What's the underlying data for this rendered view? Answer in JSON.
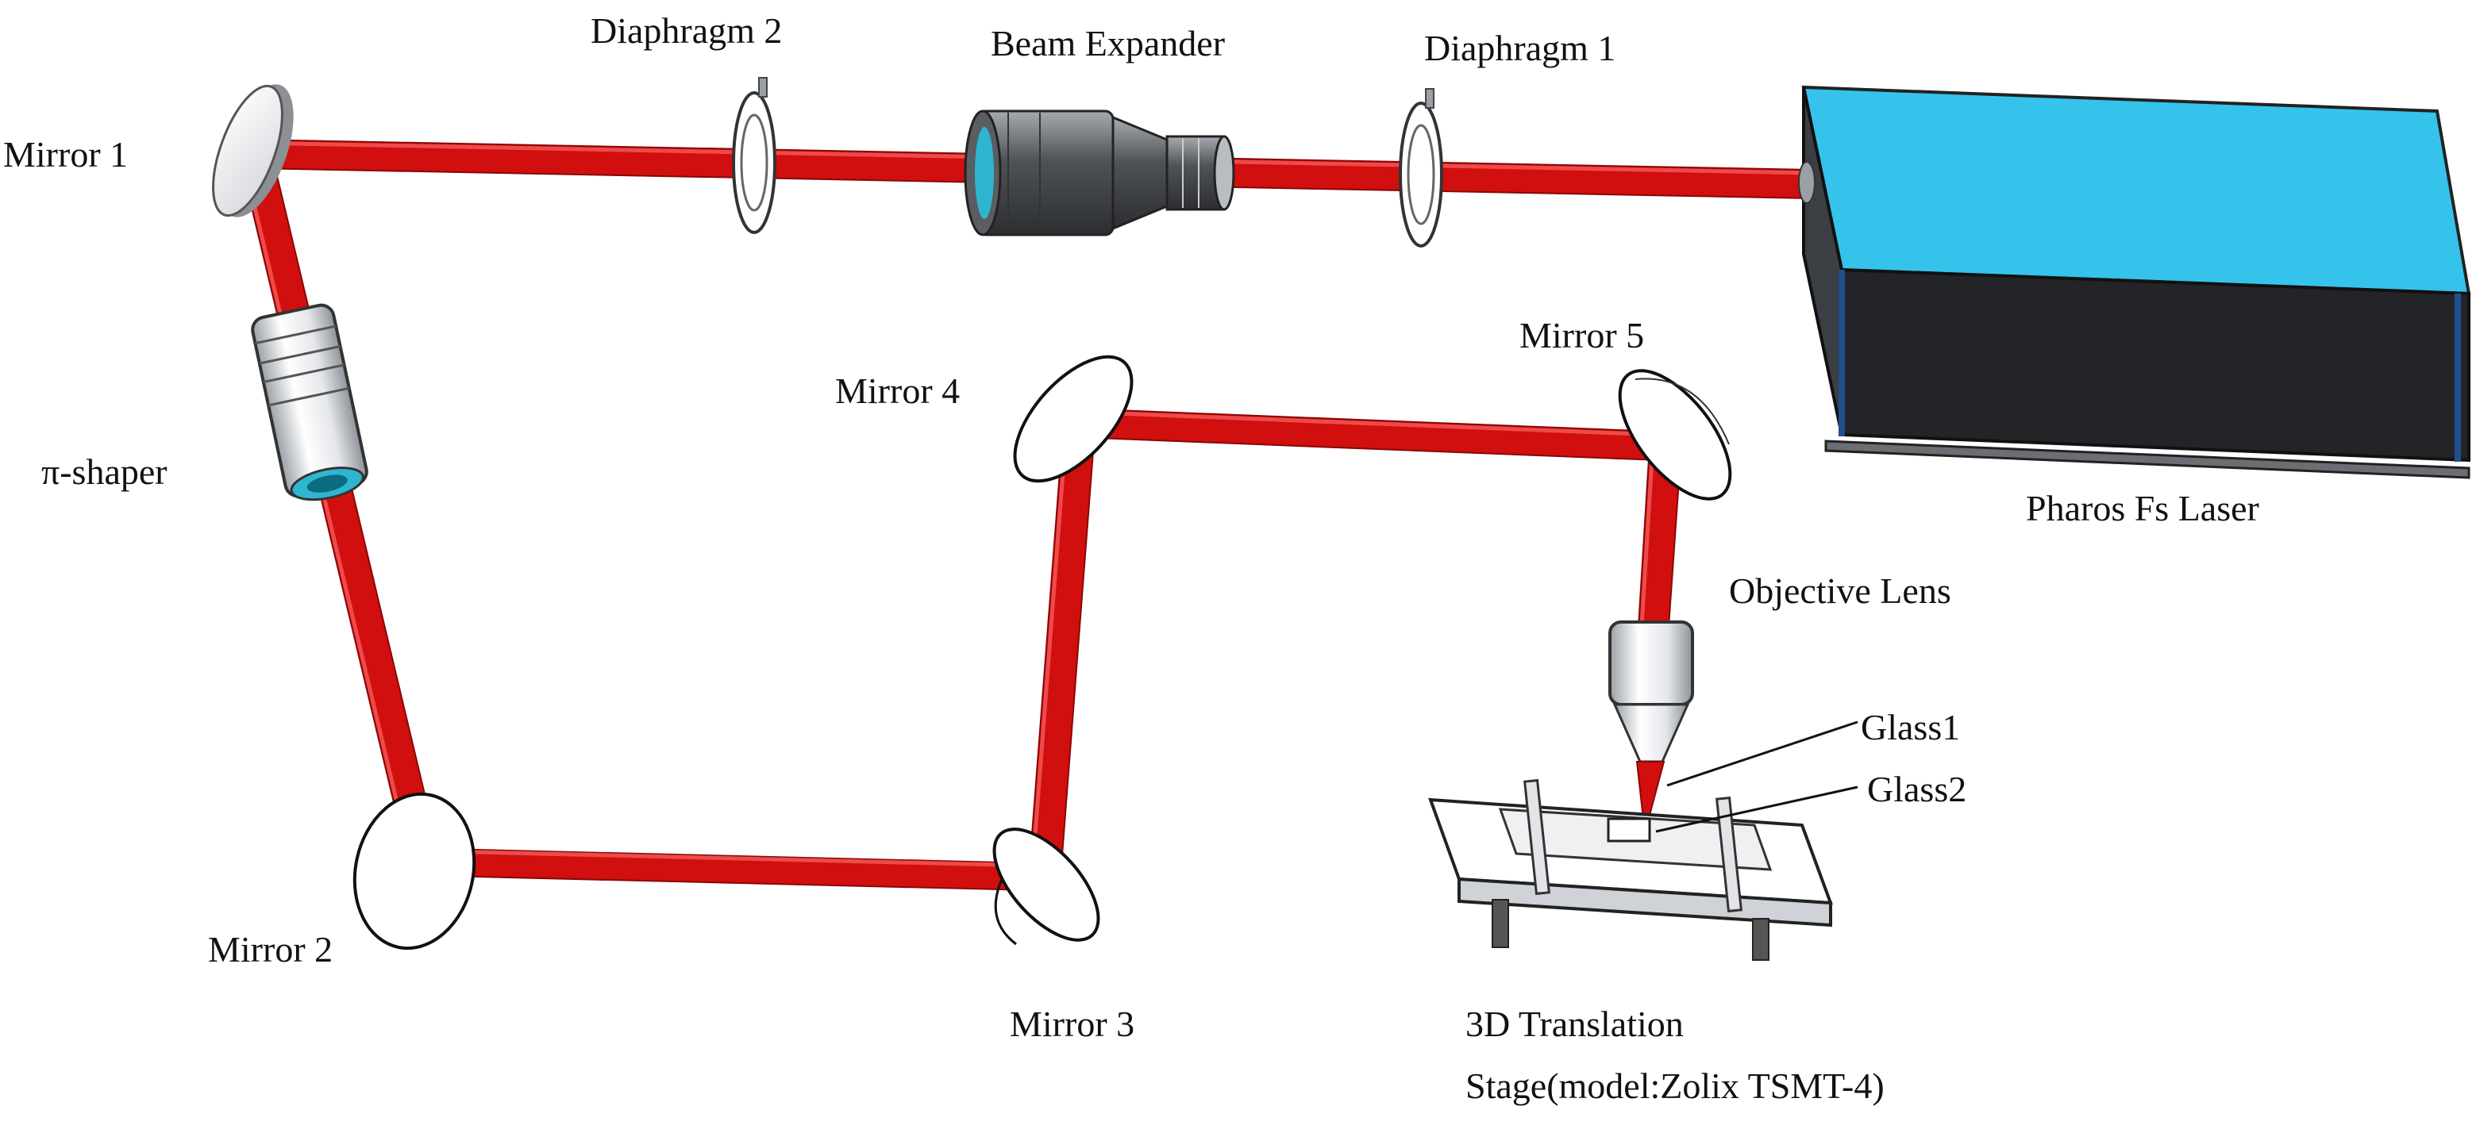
{
  "labels": {
    "mirror1": "Mirror 1",
    "mirror2": "Mirror 2",
    "mirror3": "Mirror 3",
    "mirror4": "Mirror 4",
    "mirror5": "Mirror 5",
    "diaphragm1": "Diaphragm 1",
    "diaphragm2": "Diaphragm 2",
    "beam_expander": "Beam Expander",
    "pi_shaper": "π-shaper",
    "laser": "Pharos Fs Laser",
    "objective": "Objective Lens",
    "glass1": "Glass1",
    "glass2": "Glass2",
    "stage_line1": "3D Translation",
    "stage_line2": "Stage(model:Zolix TSMT-4)"
  },
  "colors": {
    "beam": "#d10f0f",
    "beam_dark": "#8a0606",
    "beam_light": "#ee4a4a",
    "laser_top": "#35c3ec",
    "laser_front": "#222428",
    "metal": "#6b6e72"
  }
}
